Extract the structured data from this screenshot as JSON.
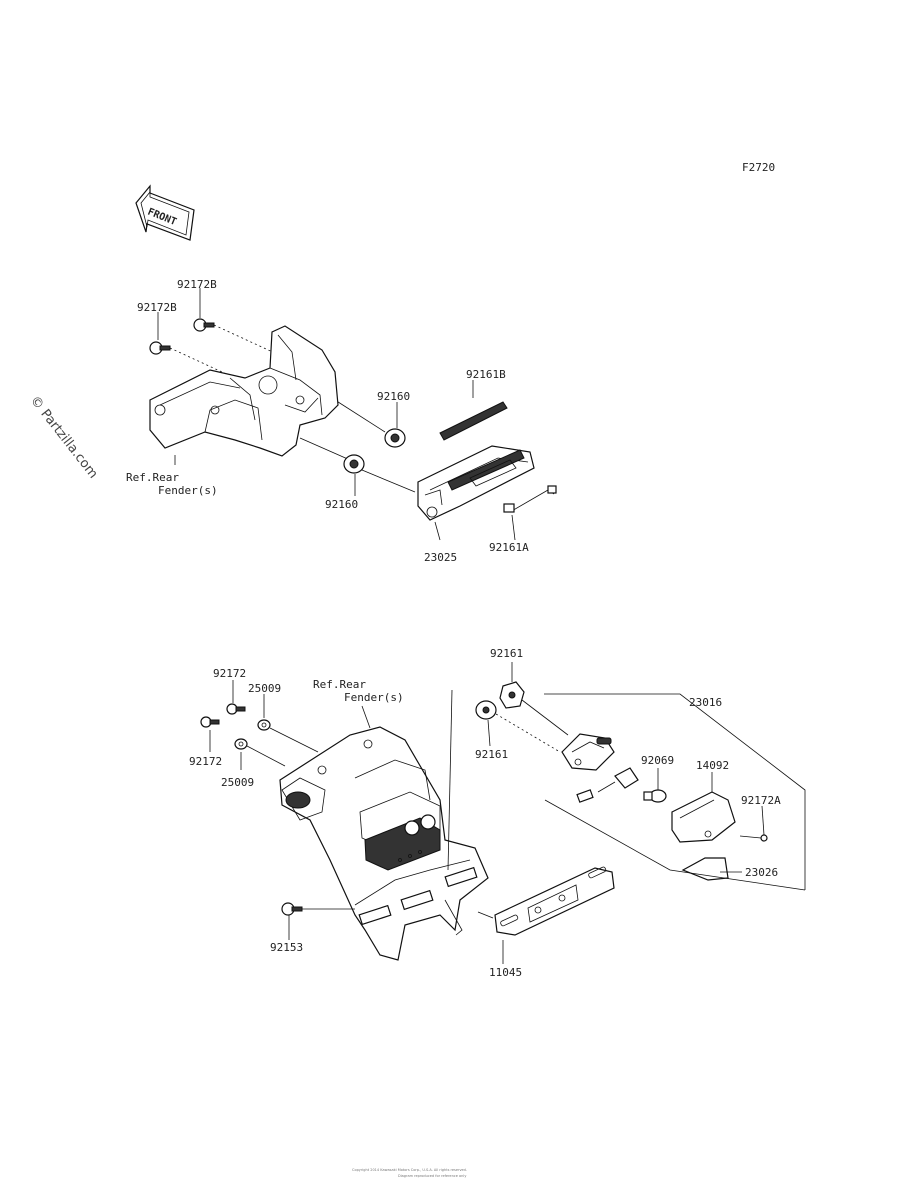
{
  "figure_code": "F2720",
  "front_badge": "FRONT",
  "watermark": "© Partzilla.com",
  "footer_lines": [
    "Copyright 2014 Kawasaki Motors Corp., U.S.A. All rights reserved.",
    "Diagram reproduced for reference only"
  ],
  "callouts": [
    {
      "id": "c1",
      "text": "92172B"
    },
    {
      "id": "c2",
      "text": "92172B"
    },
    {
      "id": "c3",
      "text": "92161B"
    },
    {
      "id": "c4",
      "text": "92160"
    },
    {
      "id": "c5",
      "text": "92160"
    },
    {
      "id": "c6",
      "text": "Ref.Rear"
    },
    {
      "id": "c7",
      "text": "Fender(s)"
    },
    {
      "id": "c8",
      "text": "23025"
    },
    {
      "id": "c9",
      "text": "92161A"
    },
    {
      "id": "c10",
      "text": "92161"
    },
    {
      "id": "c11",
      "text": "92172"
    },
    {
      "id": "c12",
      "text": "25009"
    },
    {
      "id": "c13",
      "text": "Ref.Rear"
    },
    {
      "id": "c14",
      "text": "Fender(s)"
    },
    {
      "id": "c15",
      "text": "23016"
    },
    {
      "id": "c16",
      "text": "92172"
    },
    {
      "id": "c17",
      "text": "25009"
    },
    {
      "id": "c18",
      "text": "92161"
    },
    {
      "id": "c19",
      "text": "92069"
    },
    {
      "id": "c20",
      "text": "14092"
    },
    {
      "id": "c21",
      "text": "92172A"
    },
    {
      "id": "c22",
      "text": "23026"
    },
    {
      "id": "c23",
      "text": "92153"
    },
    {
      "id": "c24",
      "text": "11045"
    }
  ]
}
